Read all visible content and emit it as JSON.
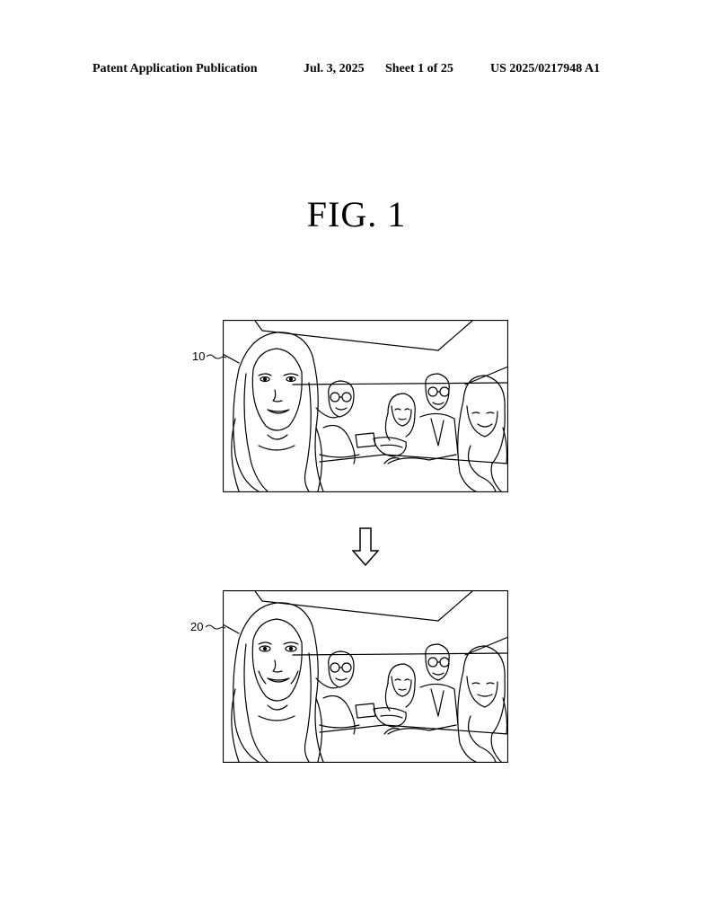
{
  "header": {
    "publication": "Patent Application Publication",
    "date": "Jul. 3, 2025",
    "sheet": "Sheet 1 of 25",
    "number": "US 2025/0217948 A1"
  },
  "figure": {
    "title": "FIG.  1",
    "image_top_ref": "10",
    "image_bottom_ref": "20"
  }
}
